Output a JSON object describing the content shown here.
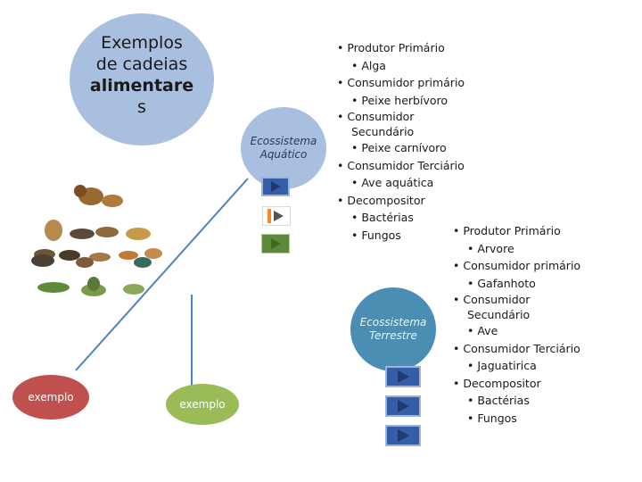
{
  "title": {
    "line1": "Exemplos",
    "line2": "de cadeias",
    "line3": "alimentare",
    "line4": "s"
  },
  "nodes": {
    "aquatic_line1": "Ecossistema",
    "aquatic_line2": "Aquático",
    "terrestre_line1": "Ecossistema",
    "terrestre_line2": "Terrestre",
    "exemplo_left": "exemplo",
    "exemplo_right": "exemplo"
  },
  "aquatic_list": [
    "• Produtor Primário",
    "• Alga",
    "• Consumidor primário",
    "• Peixe herbívoro",
    "• Consumidor",
    "Secundário",
    "• Peixe carnívoro",
    "• Consumidor Terciário",
    "• Ave aquática",
    "• Decompositor",
    "• Bactérias",
    "• Fungos"
  ],
  "terrestre_list": [
    "• Produtor Primário",
    "• Arvore",
    "• Consumidor primário",
    "• Gafanhoto",
    "• Consumidor",
    "Secundário",
    "• Ave",
    "• Consumidor Terciário",
    "• Jaguatirica",
    "• Decompositor",
    "• Bactérias",
    "• Fungos"
  ],
  "colors": {
    "title_circle": "#a8bfe0",
    "aquatic_circle": "#a8bfe0",
    "terrestre_circle": "#4a8fb3",
    "exemplo_left": "#c0504d",
    "exemplo_right": "#9bbb59",
    "connector": "#4f81bd"
  },
  "icons": [
    "play-icon",
    "play-icon",
    "play-icon",
    "play-icon",
    "play-icon",
    "play-icon"
  ]
}
